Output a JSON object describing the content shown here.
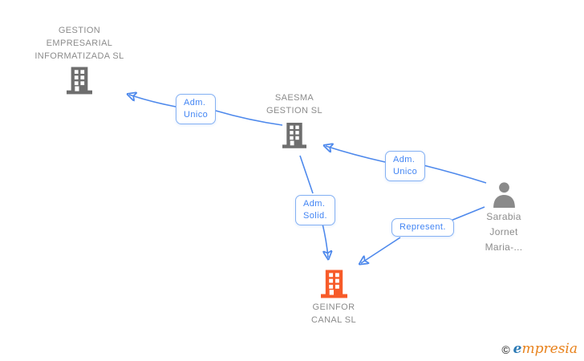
{
  "diagram_title": "corporate-relationships-graph",
  "nodes": {
    "gestion": {
      "type": "company",
      "line1": "GESTION",
      "line2": "EMPRESARIAL",
      "line3": "INFORMATIZADA SL"
    },
    "saesma": {
      "type": "company",
      "line1": "SAESMA",
      "line2": "GESTION SL"
    },
    "geinfor": {
      "type": "company",
      "line1": "GEINFOR",
      "line2": "CANAL SL"
    },
    "sarabia": {
      "type": "person",
      "line1": "Sarabia",
      "line2": "Jornet",
      "line3": "Maria-..."
    }
  },
  "edge_labels": {
    "adm_unico_1": {
      "line1": "Adm.",
      "line2": "Unico"
    },
    "adm_unico_2": {
      "line1": "Adm.",
      "line2": "Unico"
    },
    "adm_solid": {
      "line1": "Adm.",
      "line2": "Solid."
    },
    "represent": {
      "line1": "Represent."
    }
  },
  "edges": [
    {
      "from": "SAESMA GESTION SL",
      "to": "GESTION EMPRESARIAL INFORMATIZADA SL",
      "label": "Adm. Unico"
    },
    {
      "from": "Sarabia Jornet Maria-...",
      "to": "SAESMA GESTION SL",
      "label": "Adm. Unico"
    },
    {
      "from": "SAESMA GESTION SL",
      "to": "GEINFOR CANAL SL",
      "label": "Adm. Solid."
    },
    {
      "from": "Sarabia Jornet Maria-...",
      "to": "GEINFOR CANAL SL",
      "label": "Represent."
    }
  ],
  "colors": {
    "edge_blue": "#4e89ec",
    "label_text_blue": "#4285f4",
    "label_border_blue": "#85b1f3",
    "company_icon_gray": "#6e6e6e",
    "person_icon_gray": "#8a8a8a",
    "node_text_gray": "#8c8c8c",
    "highlight_orange": "#f75b29",
    "brand_blue": "#2b7ab5",
    "brand_orange": "#e8821c"
  },
  "footer": {
    "copyright_symbol": "©",
    "brand_first_letter": "e",
    "brand_rest": "mpresia"
  }
}
